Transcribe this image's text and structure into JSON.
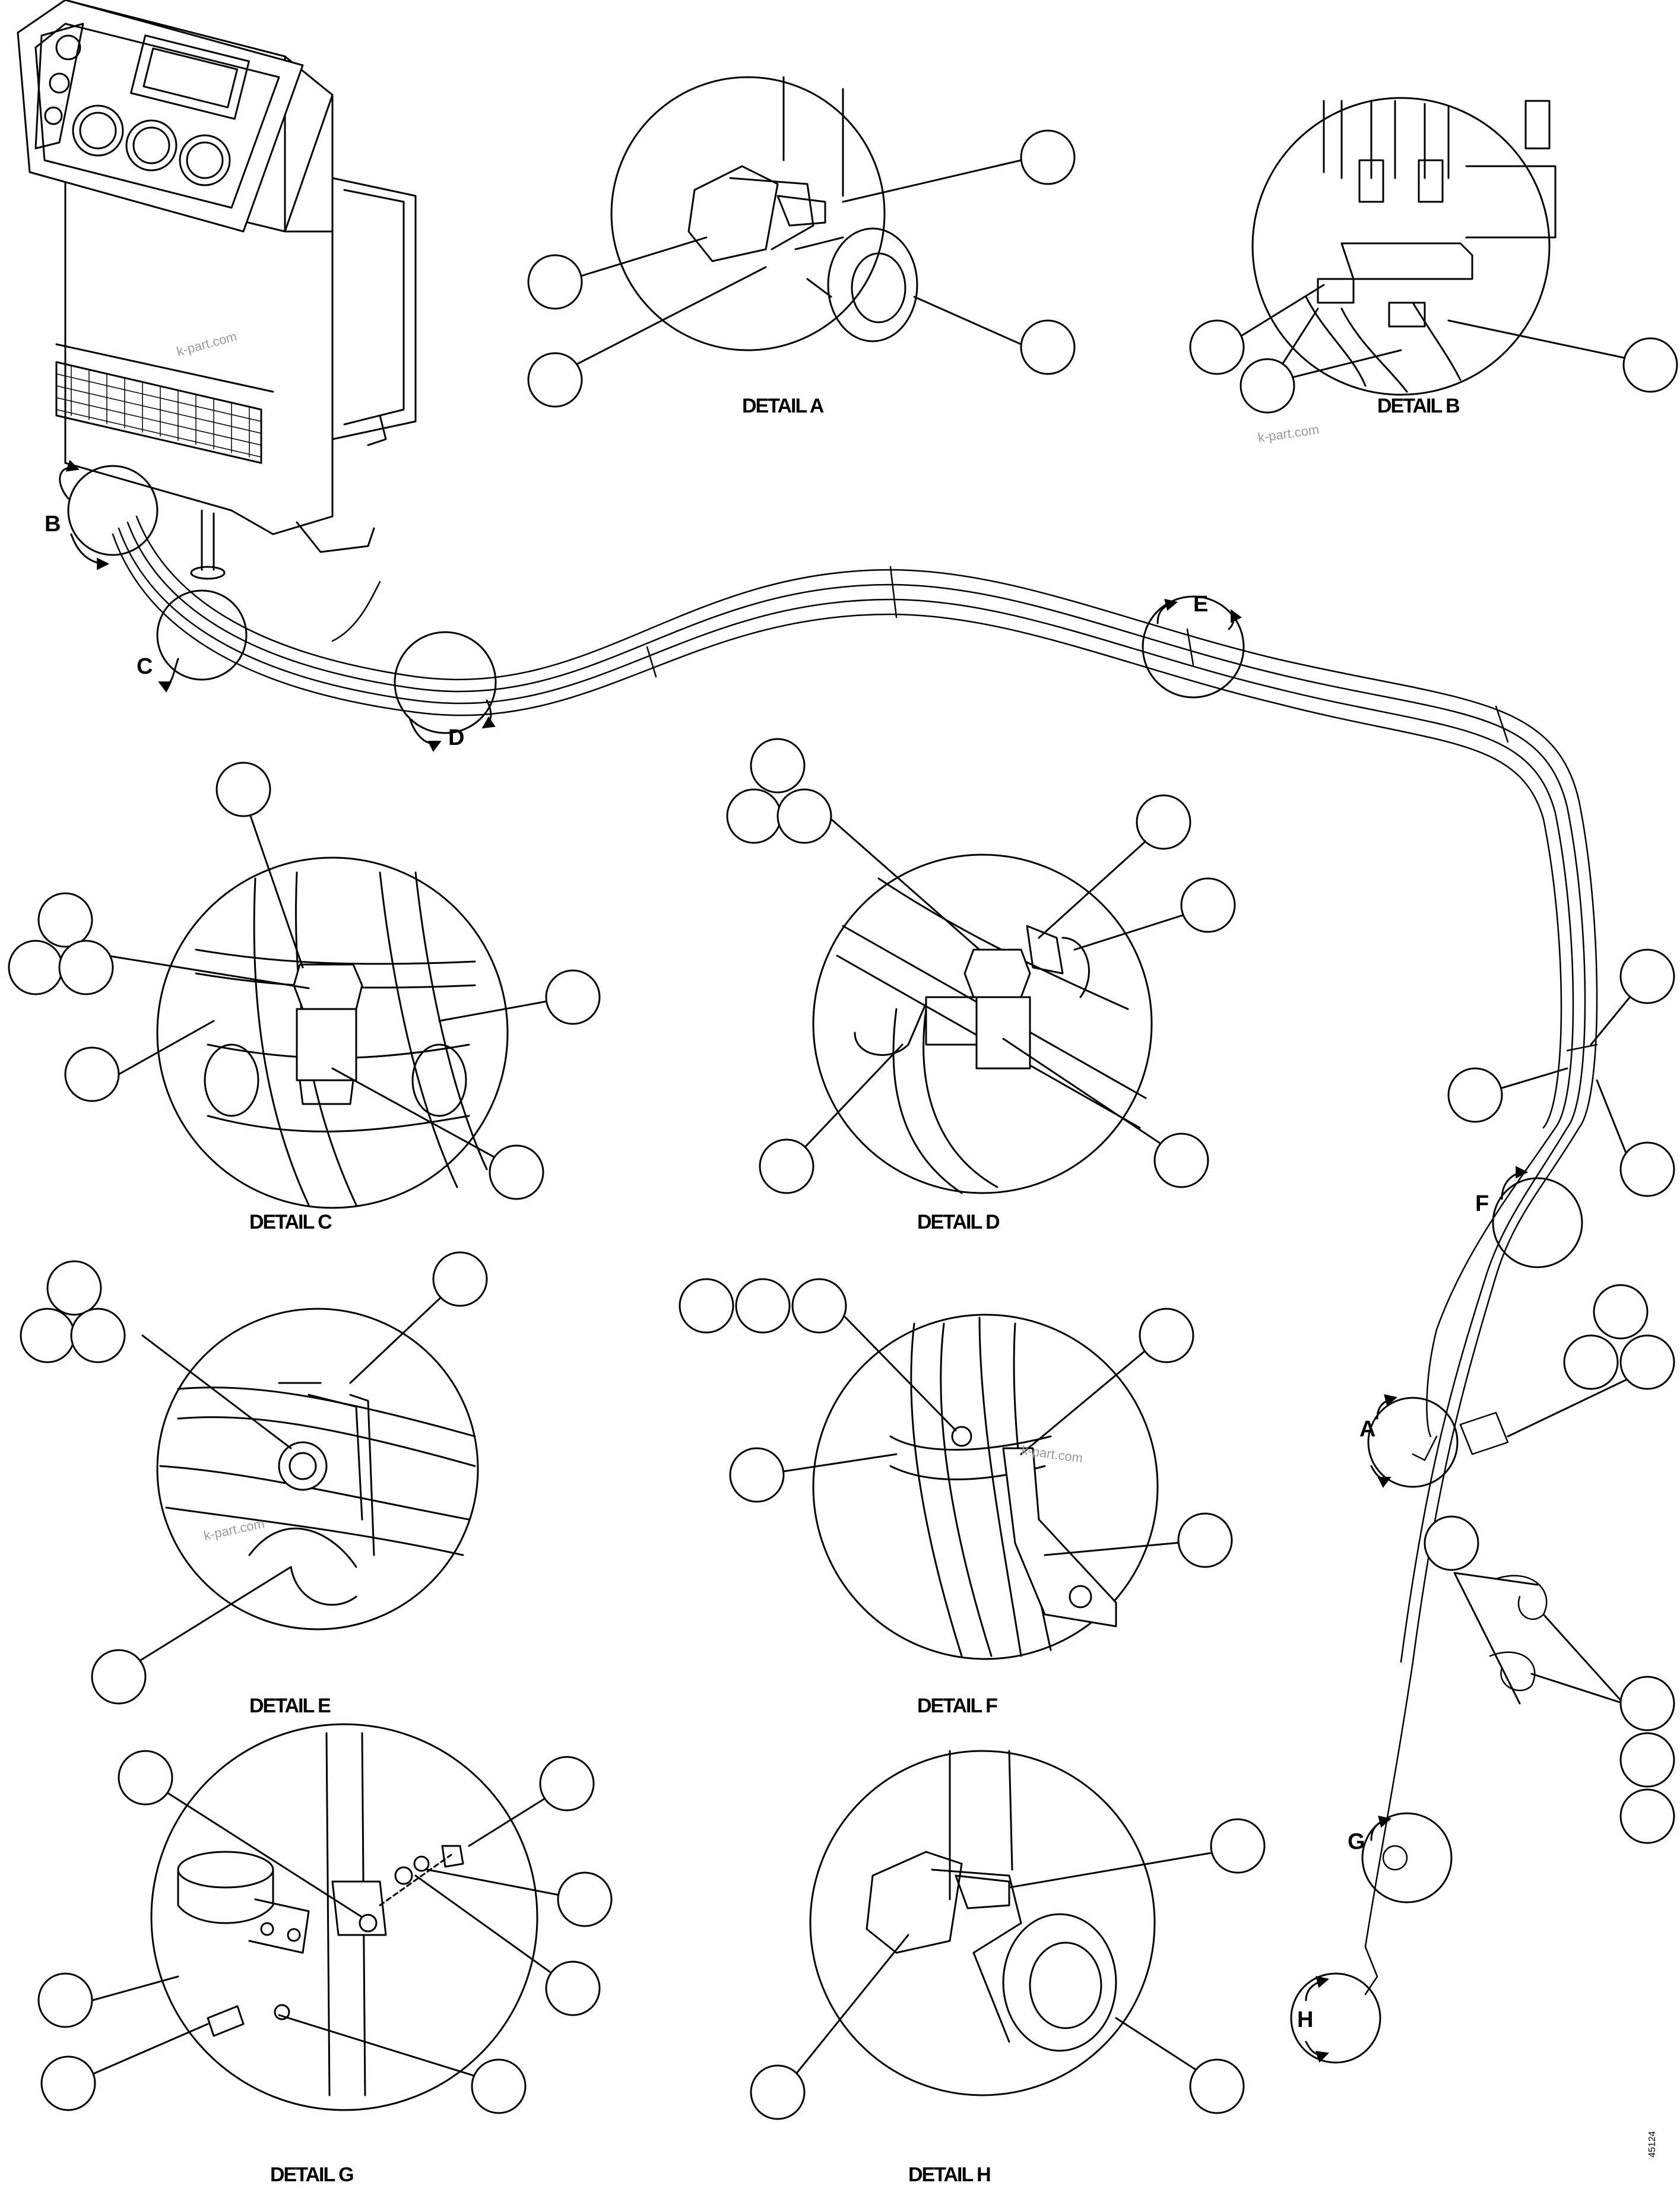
{
  "details": {
    "a": "DETAIL A",
    "b": "DETAIL B",
    "c": "DETAIL C",
    "d": "DETAIL D",
    "e": "DETAIL E",
    "f": "DETAIL F",
    "g": "DETAIL G",
    "h": "DETAIL H"
  },
  "view_letters": {
    "a": "A",
    "b": "B",
    "c": "C",
    "d": "D",
    "e": "E",
    "f": "F",
    "g": "G",
    "h": "H"
  },
  "watermark": "k-part.com",
  "figure_number": "45124"
}
